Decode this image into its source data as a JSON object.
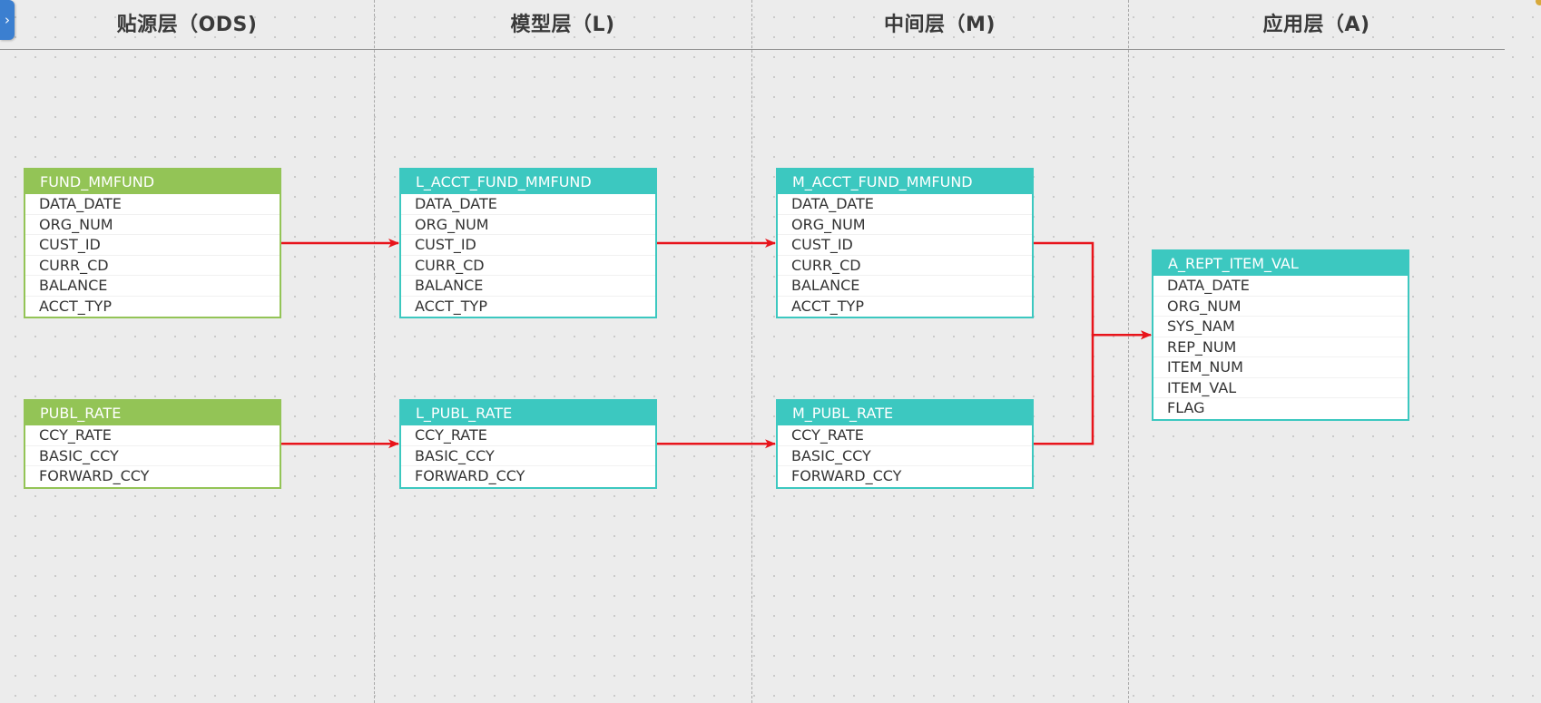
{
  "lanes": [
    {
      "id": "ods",
      "title": "贴源层（ODS)"
    },
    {
      "id": "l",
      "title": "模型层（L)"
    },
    {
      "id": "m",
      "title": "中间层（M)"
    },
    {
      "id": "a",
      "title": "应用层（A)"
    }
  ],
  "sidebar_toggle_icon": "chevron-right-icon",
  "sidebar_toggle_glyph": "›",
  "tables": [
    {
      "id": "fund_mmfund",
      "layer": "ods",
      "name": "FUND_MMFUND",
      "fields": [
        "DATA_DATE",
        "ORG_NUM",
        "CUST_ID",
        "CURR_CD",
        "BALANCE",
        "ACCT_TYP"
      ]
    },
    {
      "id": "publ_rate",
      "layer": "ods",
      "name": "PUBL_RATE",
      "fields": [
        "CCY_RATE",
        "BASIC_CCY",
        "FORWARD_CCY"
      ]
    },
    {
      "id": "l_acct_fund_mmfund",
      "layer": "l",
      "name": "L_ACCT_FUND_MMFUND",
      "fields": [
        "DATA_DATE",
        "ORG_NUM",
        "CUST_ID",
        "CURR_CD",
        "BALANCE",
        "ACCT_TYP"
      ]
    },
    {
      "id": "l_publ_rate",
      "layer": "l",
      "name": "L_PUBL_RATE",
      "fields": [
        "CCY_RATE",
        "BASIC_CCY",
        "FORWARD_CCY"
      ]
    },
    {
      "id": "m_acct_fund_mmfund",
      "layer": "m",
      "name": "M_ACCT_FUND_MMFUND",
      "fields": [
        "DATA_DATE",
        "ORG_NUM",
        "CUST_ID",
        "CURR_CD",
        "BALANCE",
        "ACCT_TYP"
      ]
    },
    {
      "id": "m_publ_rate",
      "layer": "m",
      "name": "M_PUBL_RATE",
      "fields": [
        "CCY_RATE",
        "BASIC_CCY",
        "FORWARD_CCY"
      ]
    },
    {
      "id": "a_rept_item_val",
      "layer": "a",
      "name": "A_REPT_ITEM_VAL",
      "fields": [
        "DATA_DATE",
        "ORG_NUM",
        "SYS_NAM",
        "REP_NUM",
        "ITEM_NUM",
        "ITEM_VAL",
        "FLAG"
      ]
    }
  ],
  "links": [
    {
      "from": "fund_mmfund",
      "to": "l_acct_fund_mmfund"
    },
    {
      "from": "l_acct_fund_mmfund",
      "to": "m_acct_fund_mmfund"
    },
    {
      "from": "publ_rate",
      "to": "l_publ_rate"
    },
    {
      "from": "l_publ_rate",
      "to": "m_publ_rate"
    },
    {
      "from": "m_acct_fund_mmfund",
      "to": "a_rept_item_val"
    },
    {
      "from": "m_publ_rate",
      "to": "a_rept_item_val"
    }
  ],
  "colors": {
    "ods_header": "#93c456",
    "model_header": "#3cc8c0",
    "link": "#e8141b"
  }
}
